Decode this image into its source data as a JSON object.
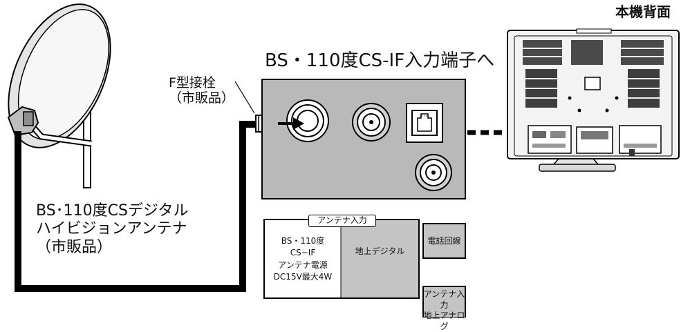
{
  "labels": {
    "tv_back": "本機背面",
    "input_terminal": "BS・110度CS-IF入力端子へ",
    "f_connector_line1": "F型接栓",
    "f_connector_line2": "（市販品）",
    "antenna_line1": "BS･110度CSデジタル",
    "antenna_line2": "ハイビジョンアンテナ",
    "antenna_line3": "（市販品）"
  },
  "panel_legend": {
    "antenna_input_title": "アンテナ入力",
    "bs_lines": [
      "BS・110度",
      "CS−IF",
      "アンテナ電源",
      "DC15V最大4W"
    ],
    "terrestrial_digital": "地上デジタル",
    "phone_line": "電話回線",
    "analog_line1": "アンテナ入力",
    "analog_line2": "地上アナログ"
  },
  "colors": {
    "panel_fill": "#b9b9b9",
    "legend_gray": "#c4c4c4",
    "cable": "#000000",
    "tv_body": "#f3f3f3"
  }
}
